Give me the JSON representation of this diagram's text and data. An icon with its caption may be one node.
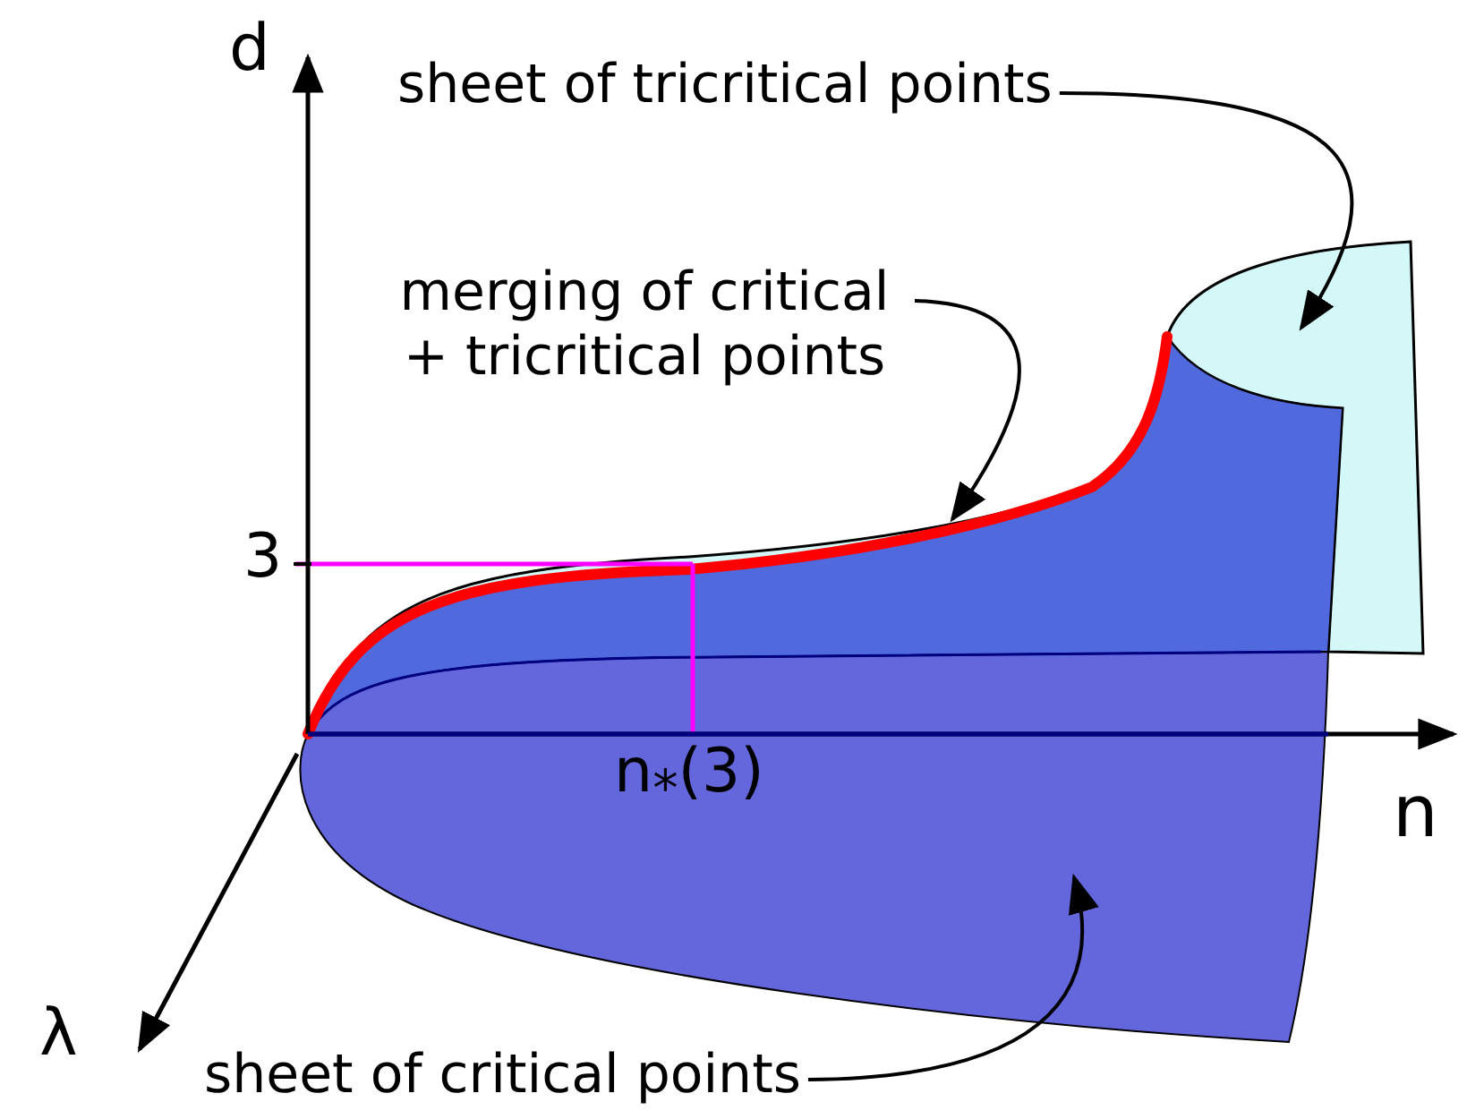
{
  "diagram": {
    "nodes": [
      {
        "text": [
          "sheet of tricritical points"
        ]
      },
      {
        "text": [
          "merging of critical + tricritical points"
        ]
      },
      {
        "text": [
          "sheet of critical points"
        ]
      },
      {
        "text": [],
        "shape": "picture"
      },
      {
        "text": [],
        "shape": "curve"
      },
      {
        "text": [],
        "shape": "picture"
      }
    ],
    "edges": [
      {
        "from": 0,
        "to": 3,
        "arrow": "to"
      },
      {
        "from": 1,
        "to": 4,
        "arrow": "to"
      },
      {
        "from": 2,
        "to": 5,
        "arrow": "to"
      }
    ],
    "labels": [
      "d",
      "3",
      "n$_{*}$(3)",
      "n",
      "λ"
    ]
  }
}
